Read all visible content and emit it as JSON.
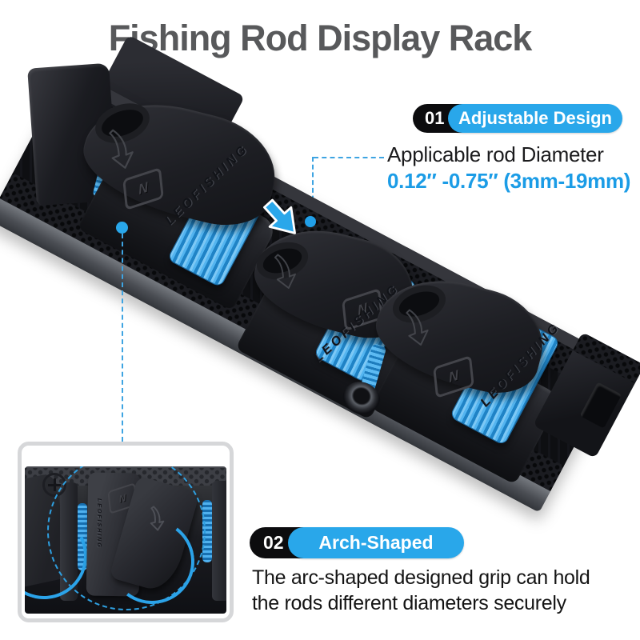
{
  "title": "Fishing Rod Display Rack",
  "brand": "LEOFISHING",
  "brand_mark": "N",
  "features": {
    "adjustable": {
      "number": "01",
      "label": "Adjustable Design",
      "heading": "Applicable rod Diameter",
      "value": "0.12″ -0.75″ (3mm-19mm)"
    },
    "arch": {
      "number": "02",
      "label": "Arch-Shaped",
      "line1": "The arc-shaped designed grip can hold",
      "line2": "the rods different diameters securely"
    }
  },
  "product": {
    "clamp_count": 3,
    "parts": [
      "mounting base",
      "adjustable cam clamps",
      "blue rubber grip pads",
      "end bracket",
      "screw hole"
    ]
  },
  "colors": {
    "accent_blue": "#29a7ea",
    "value_text_blue": "#1b9ce6",
    "badge_black": "#0c0c0e",
    "title_gray": "#58595b",
    "pad_blue": "#54b5f0"
  },
  "icons": {
    "pointer": "arrow-down-right-icon",
    "cam_glyph": "curved-down-arrow-icon",
    "screw": "phillips-screw-icon",
    "leader_dot": "dot-marker"
  }
}
